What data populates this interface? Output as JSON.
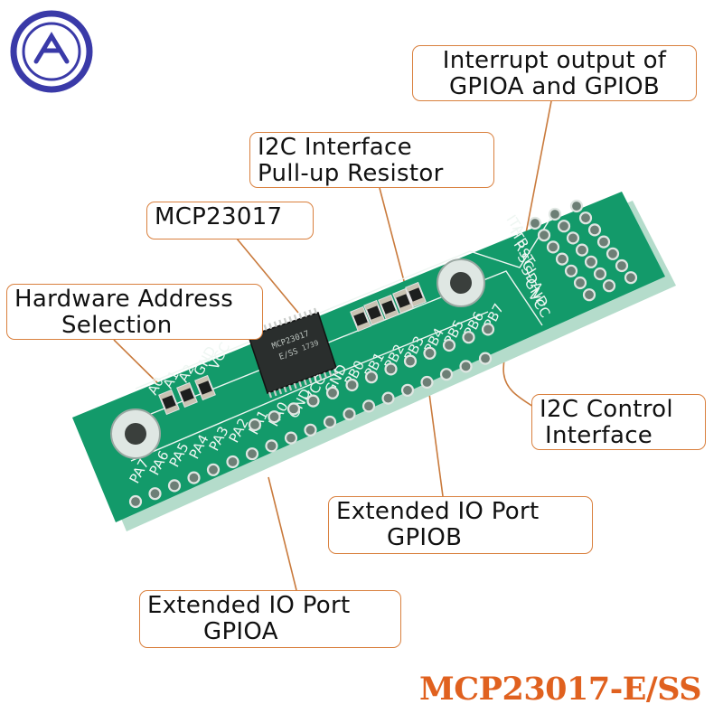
{
  "colors": {
    "pcb": "#139a6a",
    "pcb_dark": "#0e7e55",
    "pcb_edge": "#b4dccb",
    "silkscreen": "#eef6f2",
    "callout_border": "#d9803e",
    "leader_line": "#c97a3c",
    "title": "#e0611f",
    "logo_ring": "#3a3aa8"
  },
  "icons": {
    "logo": "brand-logo-icon"
  },
  "callouts": {
    "interrupt": {
      "line1": "Interrupt output of",
      "line2": "GPIOA and GPIOB"
    },
    "i2c_pullup": {
      "line1": "I2C Interface",
      "line2": "Pull-up Resistor"
    },
    "mcp23017": {
      "line1": "MCP23017"
    },
    "hw_address": {
      "line1": "Hardware Address",
      "line2": "Selection"
    },
    "i2c_control": {
      "line1": "I2C Control",
      "line2": "Interface"
    },
    "gpiob": {
      "line1": "Extended IO Port",
      "line2": "GPIOB"
    },
    "gpioa": {
      "line1": "Extended IO Port",
      "line2": "GPIOA"
    }
  },
  "board": {
    "chip_marking": [
      "MCP23017",
      "E/SS",
      "1739"
    ],
    "pins_right": [
      "ITA",
      "ITB",
      "RST",
      "SCL",
      "SDA",
      "GND",
      "VCC"
    ],
    "pins_bottom_b": [
      "VCC",
      "GND",
      "PB0",
      "PB1",
      "PB2",
      "PB3",
      "PB4",
      "PB5",
      "PB6",
      "PB7"
    ],
    "pins_bottom_a": [
      "PA7",
      "PA6",
      "PA5",
      "PA4",
      "PA3",
      "PA2",
      "PA1",
      "PA0",
      "GND"
    ],
    "address_labels": [
      "A0",
      "A1",
      "A2",
      "GND",
      "VCC"
    ]
  },
  "title": "MCP23017-E/SS"
}
